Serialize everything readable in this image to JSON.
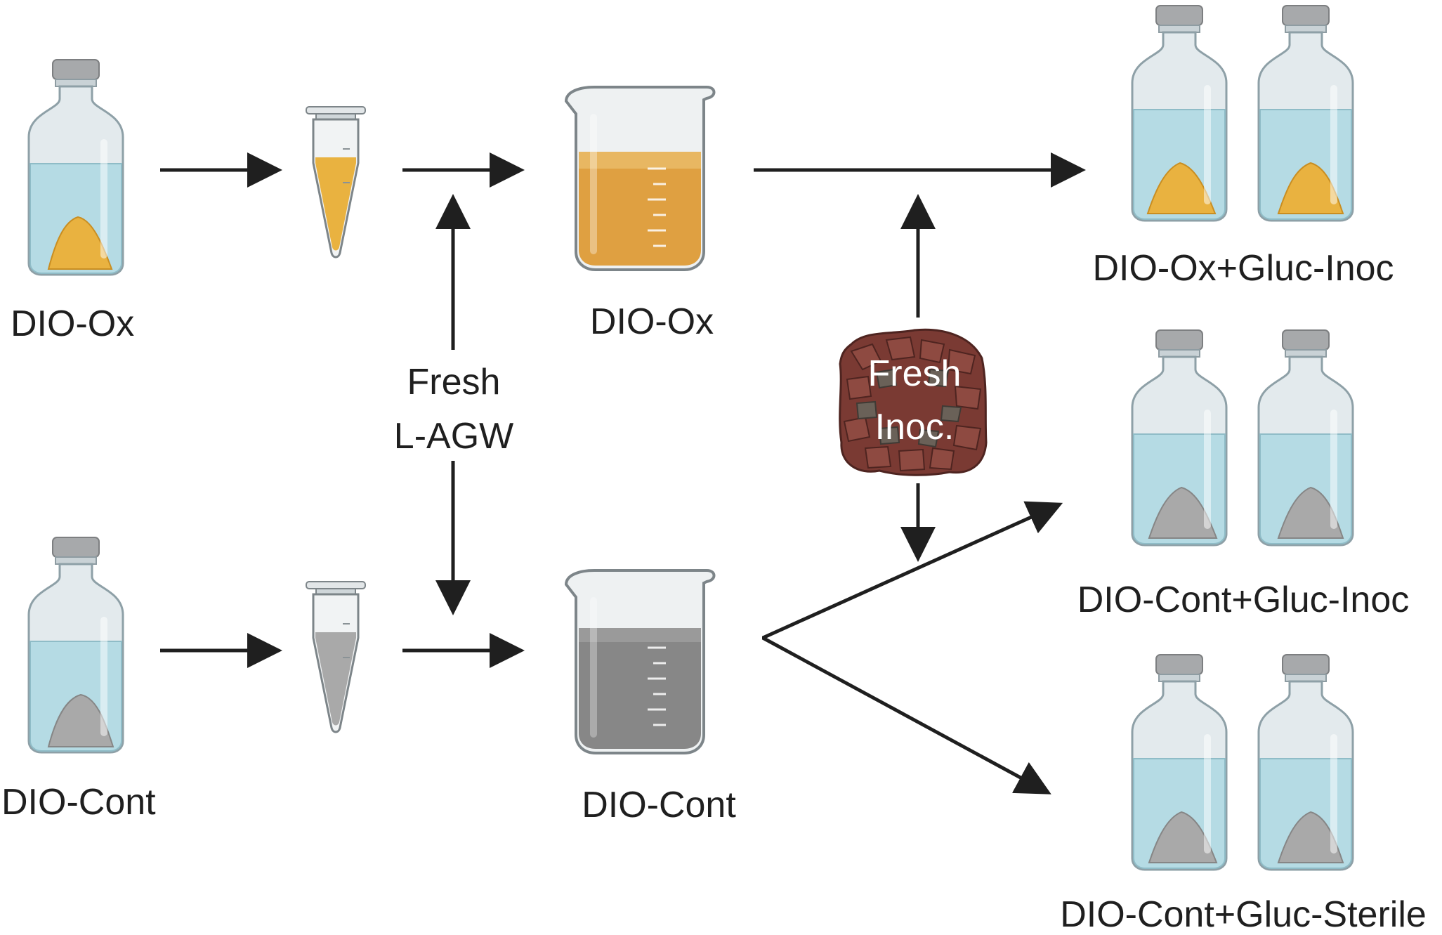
{
  "labels": {
    "bottle_top_left": "DIO-Ox",
    "bottle_bottom_left": "DIO-Cont",
    "beaker_top": "DIO-Ox",
    "beaker_bottom": "DIO-Cont",
    "fresh_lagw_line1": "Fresh",
    "fresh_lagw_line2": "L-AGW",
    "fresh_inoc_line1": "Fresh",
    "fresh_inoc_line2": "Inoc.",
    "result_1": "DIO-Ox+Gluc-Inoc",
    "result_2": "DIO-Cont+Gluc-Inoc",
    "result_3": "DIO-Cont+Gluc-Sterile"
  },
  "colors": {
    "liquid": "#b5dbe4",
    "ox_sediment": "#e9b240",
    "cont_sediment": "#a9a9a9",
    "ox_solution": "#dfa041",
    "cont_solution": "#878787",
    "inoculum": "#7a3a33",
    "arrow": "#1f1f1f"
  }
}
